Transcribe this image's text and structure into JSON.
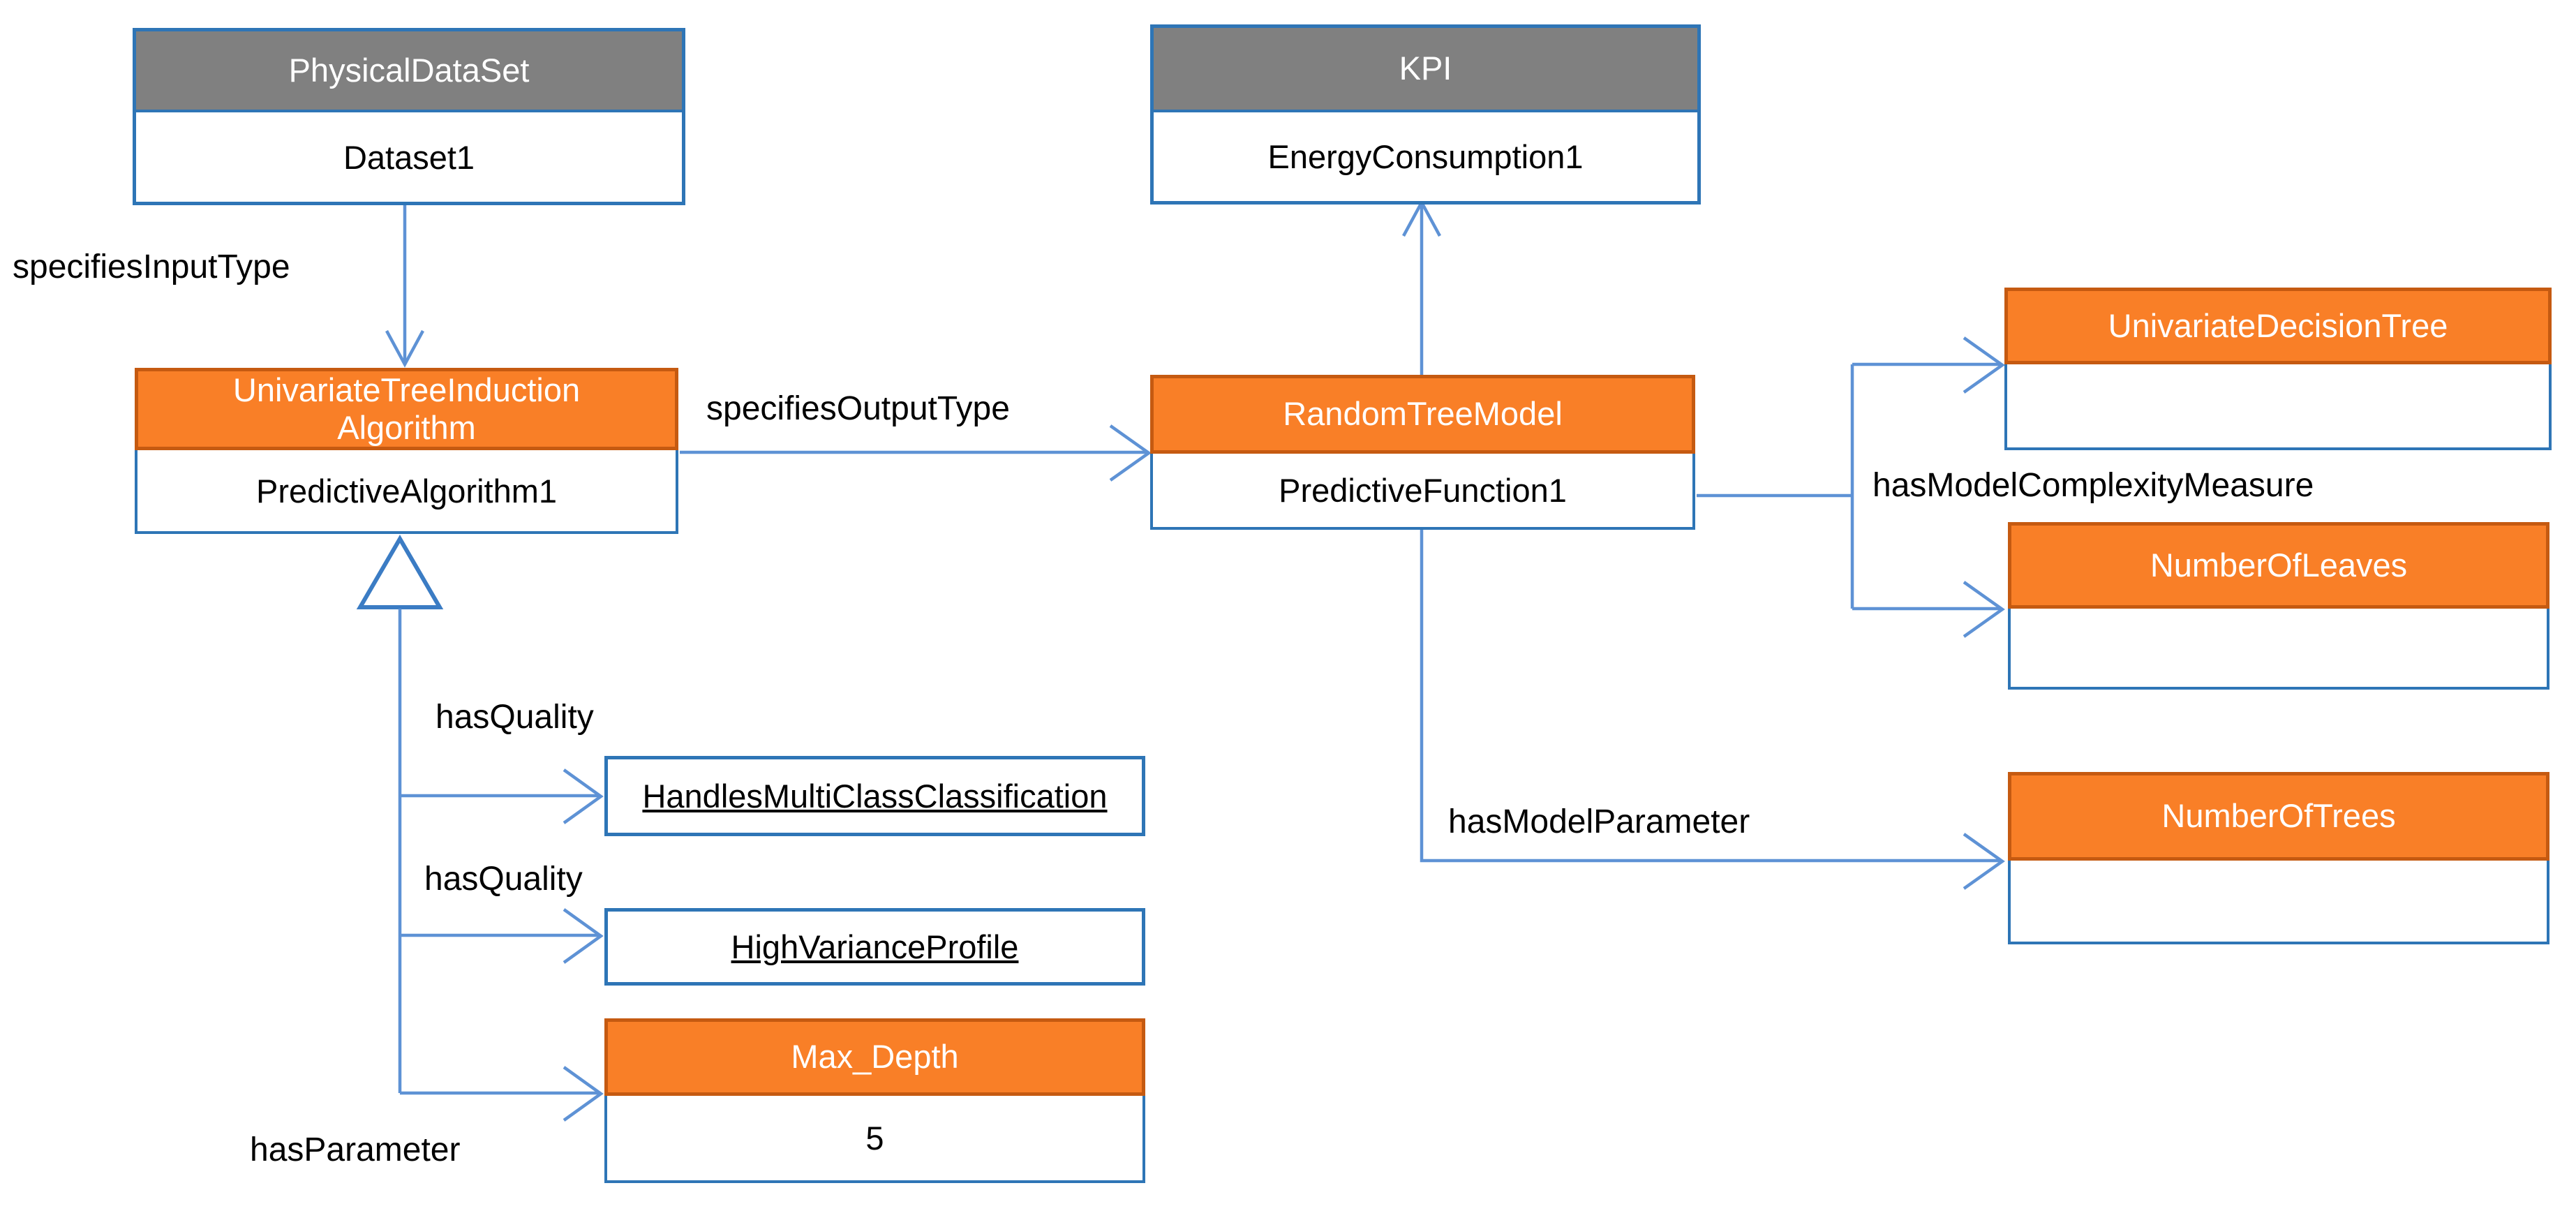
{
  "diagram": {
    "nodes": {
      "physical_dataset": {
        "header": "PhysicalDataSet",
        "body": "Dataset1"
      },
      "kpi": {
        "header": "KPI",
        "body": "EnergyConsumption1"
      },
      "univariate_tree_induction_algorithm": {
        "header": "UnivariateTreeInduction\nAlgorithm",
        "body": "PredictiveAlgorithm1"
      },
      "random_tree_model": {
        "header": "RandomTreeModel",
        "body": "PredictiveFunction1"
      },
      "univariate_decision_tree": {
        "header": "UnivariateDecisionTree",
        "body": ""
      },
      "number_of_leaves": {
        "header": "NumberOfLeaves",
        "body": ""
      },
      "number_of_trees": {
        "header": "NumberOfTrees",
        "body": ""
      },
      "max_depth": {
        "header": "Max_Depth",
        "body": "5"
      }
    },
    "qualities": {
      "handles_multi_class_classification": "HandlesMultiClassClassification",
      "high_variance_profile": "HighVarianceProfile"
    },
    "edge_labels": {
      "specifies_input_type": "specifiesInputType",
      "specifies_output_type": "specifiesOutputType",
      "has_model_complexity_measure": "hasModelComplexityMeasure",
      "has_model_parameter": "hasModelParameter",
      "has_quality_1": "hasQuality",
      "has_quality_2": "hasQuality",
      "has_parameter": "hasParameter"
    },
    "colors": {
      "class_header_orange": "#F97F27",
      "class_header_orange_border": "#C55A11",
      "class_header_gray": "#808080",
      "box_border_blue": "#2E75B6",
      "connector_blue": "#5E92D5"
    }
  }
}
